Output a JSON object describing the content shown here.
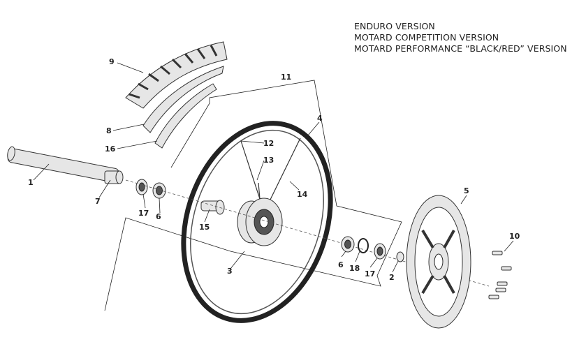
{
  "heading": {
    "line1": "ENDURO VERSION",
    "line2": "MOTARD COMPETITION VERSION",
    "line3": "MOTARD PERFORMANCE “BLACK/RED”  VERSION"
  },
  "callouts": {
    "c1": "1",
    "c2": "2",
    "c3": "3",
    "c4": "4",
    "c5": "5",
    "c6a": "6",
    "c6b": "6",
    "c7": "7",
    "c8": "8",
    "c9": "9",
    "c10": "10",
    "c11": "11",
    "c12": "12",
    "c13": "13",
    "c14": "14",
    "c15": "15",
    "c16": "16",
    "c17a": "17",
    "c17b": "17",
    "c18": "18"
  }
}
